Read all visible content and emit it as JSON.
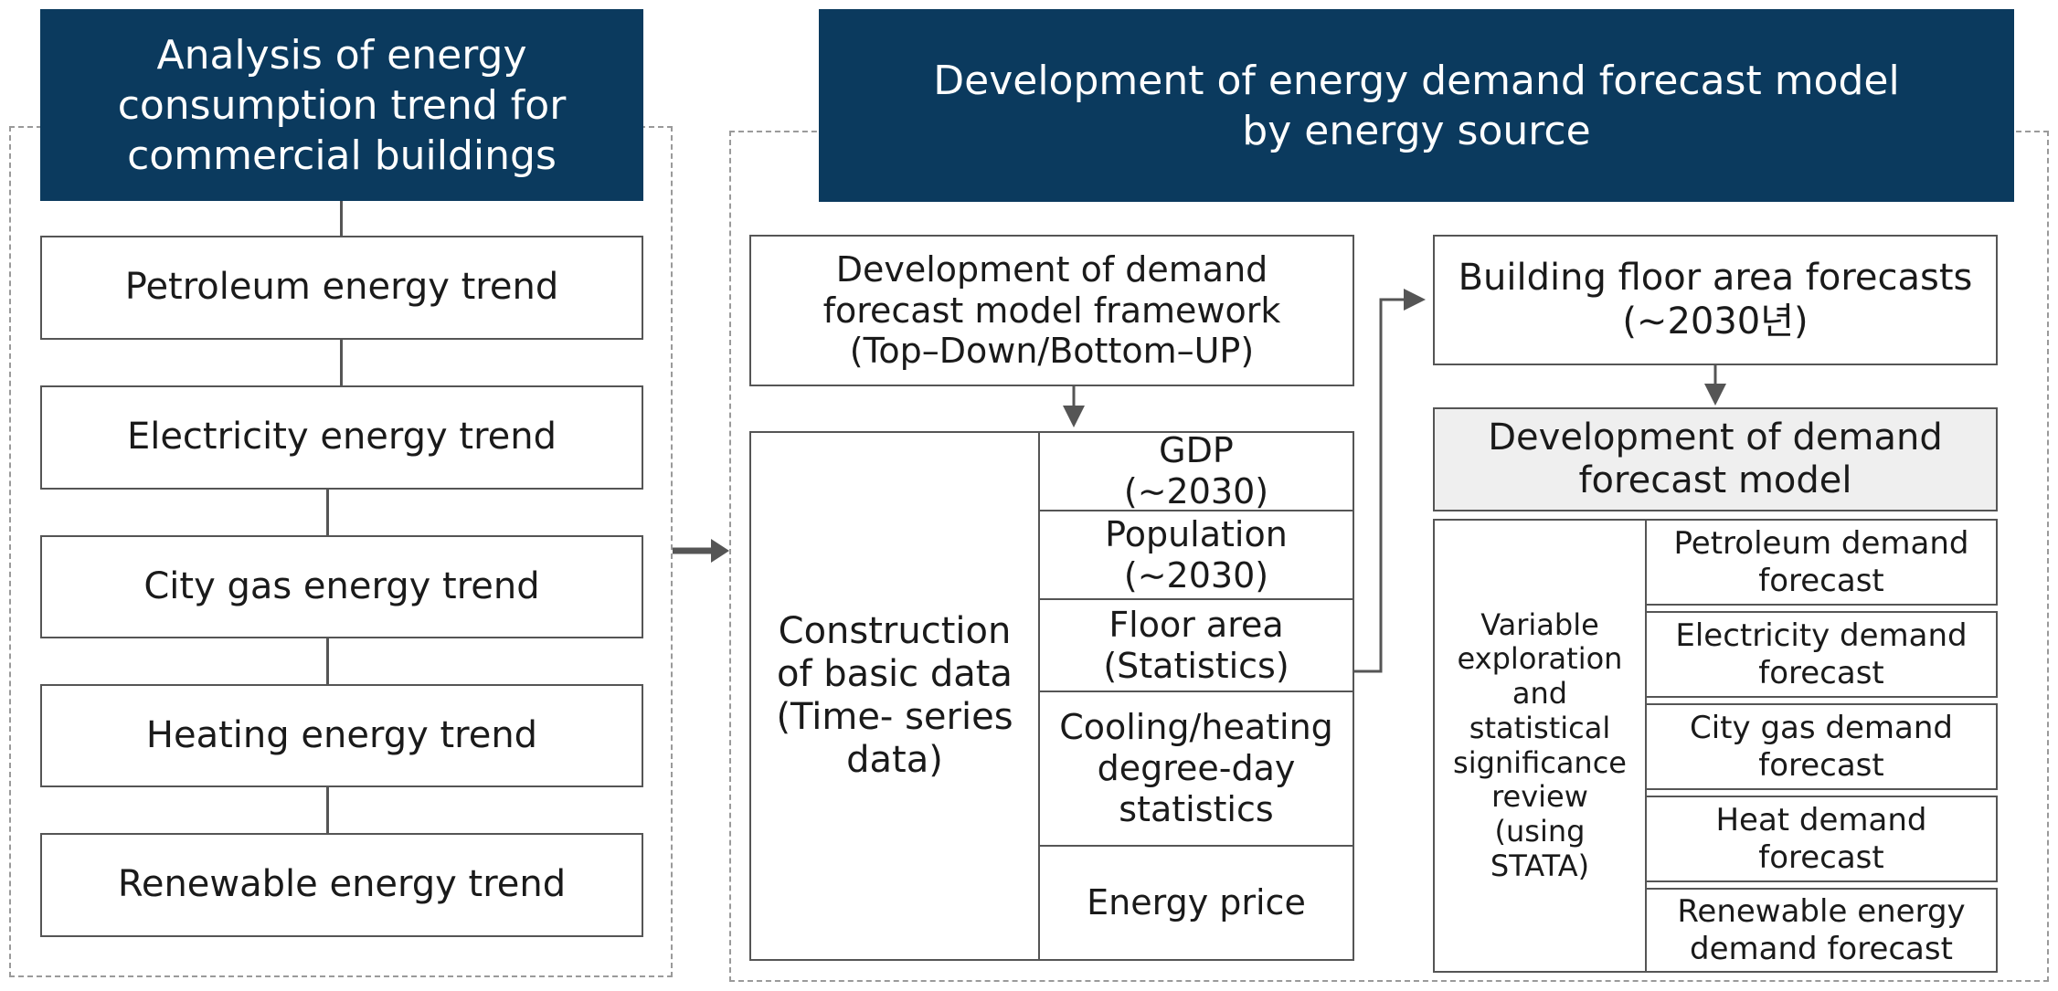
{
  "left": {
    "header": "Analysis of energy\nconsumption trend for\ncommercial buildings",
    "trends": [
      "Petroleum energy trend",
      "Electricity energy trend",
      "City gas energy trend",
      "Heating energy trend",
      "Renewable energy trend"
    ]
  },
  "right": {
    "header": "Development of energy demand forecast model\nby energy source",
    "framework": "Development of demand\nforecast model framework\n(Top–Down/Bottom–UP)",
    "basic_data": "Construction\nof basic data\n(Time- series\ndata)",
    "data_items": [
      "GDP\n(∼2030)",
      "Population\n(∼2030)",
      "Floor area\n(Statistics)",
      "Cooling/heating\ndegree-day\nstatistics",
      "Energy price"
    ],
    "floor_forecast": "Building floor area forecasts\n(∼2030년)",
    "model": "Development of demand\nforecast model",
    "variable_exploration": "Variable\nexploration\nand\nstatistical\nsignificance\nreview\n(using\nSTATA)",
    "forecasts": [
      "Petroleum demand\nforecast",
      "Electricity demand\nforecast",
      "City gas demand\nforecast",
      "Heat demand\nforecast",
      "Renewable energy\ndemand forecast"
    ]
  },
  "colors": {
    "header_bg": "#0b3a5e",
    "model_box_bg": "#efefef",
    "line": "#555555"
  }
}
